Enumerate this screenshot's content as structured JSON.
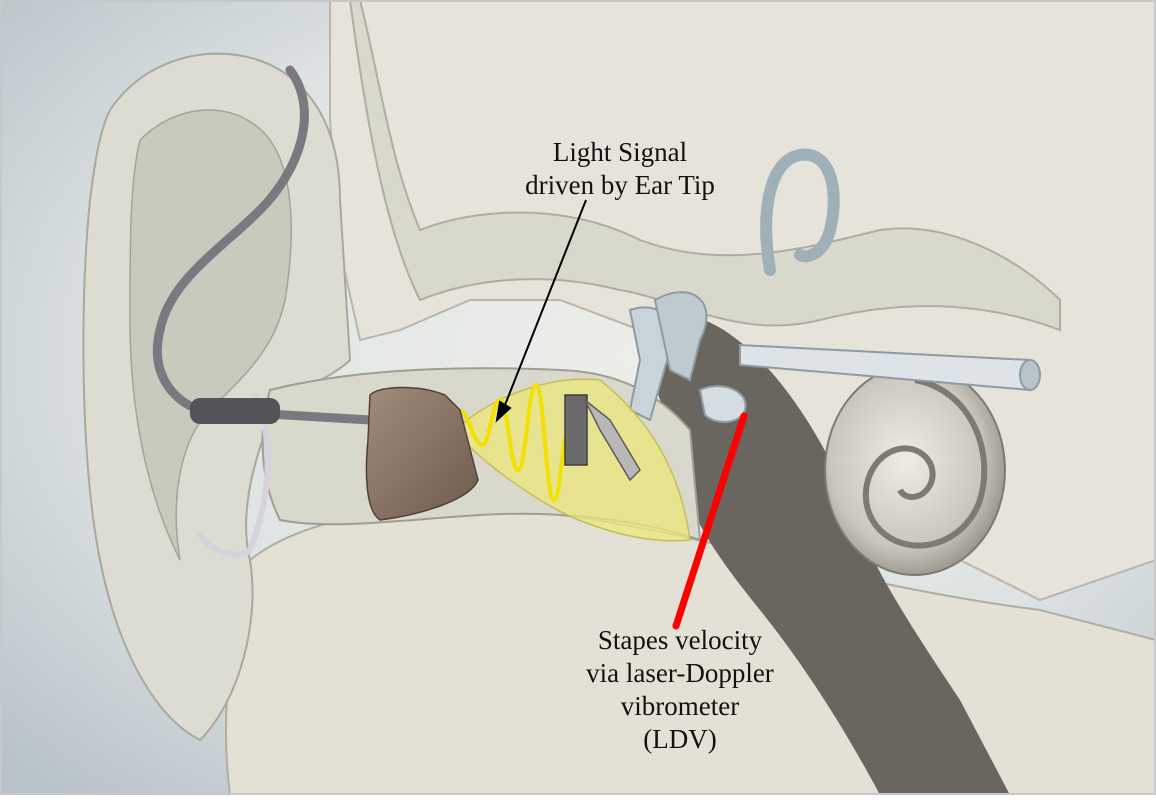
{
  "labels": {
    "light_signal": [
      "Light Signal",
      "driven by Ear Tip"
    ],
    "stapes": [
      "Stapes velocity",
      "via laser-Doppler",
      "vibrometer",
      "(LDV)"
    ]
  },
  "colors": {
    "background": "#dfe4e6",
    "bone": "#e8e6dc",
    "bone_shadow": "#b9b9ad",
    "cavity_dark": "#5e5b55",
    "ear_tip": "#8a7565",
    "light_cone": "#ece77a",
    "light_wave": "#f4e000",
    "ldv_beam": "#ff0000",
    "cable": "#7c7880",
    "arrow": "#000000"
  }
}
